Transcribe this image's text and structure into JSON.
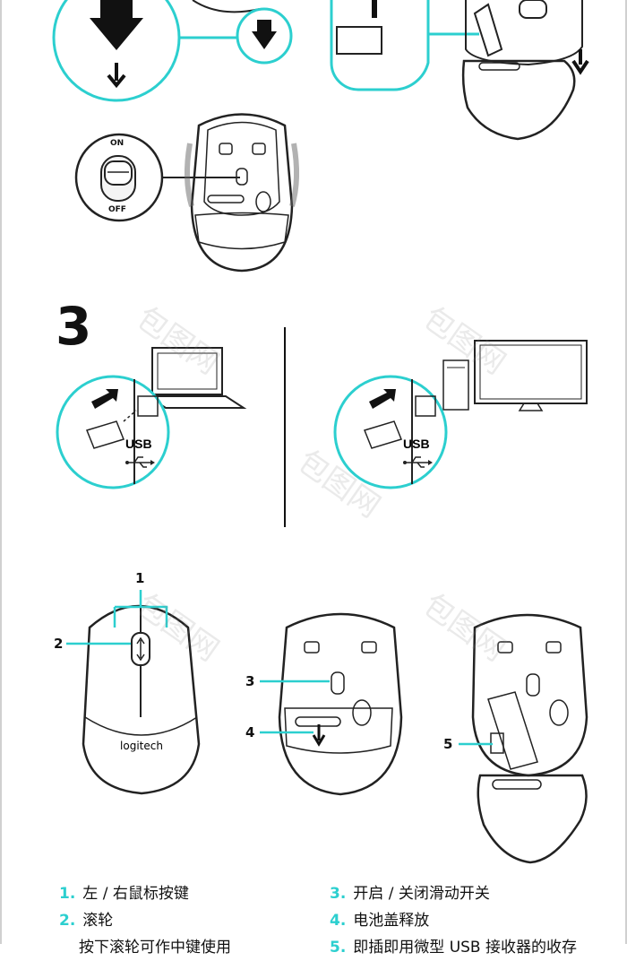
{
  "step_number": "3",
  "switch_labels": {
    "on": "ON",
    "off": "OFF"
  },
  "usb_label": "USB",
  "brand": "logitech",
  "callouts": [
    "1",
    "2",
    "3",
    "4",
    "5"
  ],
  "legend_left": [
    {
      "num": "1.",
      "text": "左 / 右鼠标按键"
    },
    {
      "num": "2.",
      "text": "滚轮"
    }
  ],
  "legend_left_sub": "按下滚轮可作中键使用",
  "legend_right": [
    {
      "num": "3.",
      "text": "开启 / 关闭滑动开关"
    },
    {
      "num": "4.",
      "text": "电池盖释放"
    },
    {
      "num": "5.",
      "text": "即插即用微型 USB 接收器的收存"
    }
  ],
  "watermark": "包图网",
  "colors": {
    "accent": "#2ccfcf",
    "ink": "#222222"
  }
}
